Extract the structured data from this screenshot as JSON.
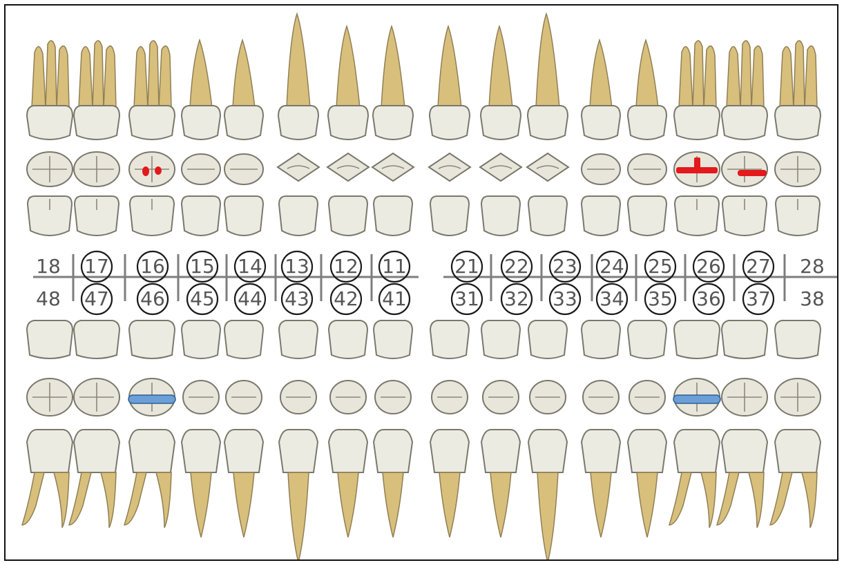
{
  "colors": {
    "marker_red": "#e3191b",
    "marker_blue": "#6a9fd8"
  },
  "upper": {
    "quadrants": [
      {
        "name": "upper-right",
        "numbers": [
          "18",
          "17",
          "16",
          "15",
          "14",
          "13",
          "12",
          "11"
        ],
        "circled": [
          false,
          true,
          true,
          true,
          true,
          true,
          true,
          true
        ]
      },
      {
        "name": "upper-left",
        "numbers": [
          "21",
          "22",
          "23",
          "24",
          "25",
          "26",
          "27",
          "28"
        ],
        "circled": [
          true,
          true,
          true,
          true,
          true,
          true,
          true,
          false
        ]
      }
    ]
  },
  "lower": {
    "quadrants": [
      {
        "name": "lower-right",
        "numbers": [
          "48",
          "47",
          "46",
          "45",
          "44",
          "43",
          "42",
          "41"
        ],
        "circled": [
          false,
          true,
          true,
          true,
          true,
          true,
          true,
          true
        ]
      },
      {
        "name": "lower-left",
        "numbers": [
          "31",
          "32",
          "33",
          "34",
          "35",
          "36",
          "37",
          "38"
        ],
        "circled": [
          true,
          true,
          true,
          true,
          true,
          true,
          true,
          false
        ]
      }
    ]
  },
  "markings": [
    {
      "tooth": "16",
      "arch": "upper",
      "type": "two-dots",
      "color": "red"
    },
    {
      "tooth": "26",
      "arch": "upper",
      "type": "t-bar",
      "color": "red"
    },
    {
      "tooth": "27",
      "arch": "upper",
      "type": "dash",
      "color": "red"
    },
    {
      "tooth": "46",
      "arch": "lower",
      "type": "horizontal-bar",
      "color": "blue"
    },
    {
      "tooth": "36",
      "arch": "lower",
      "type": "horizontal-bar",
      "color": "blue"
    }
  ]
}
